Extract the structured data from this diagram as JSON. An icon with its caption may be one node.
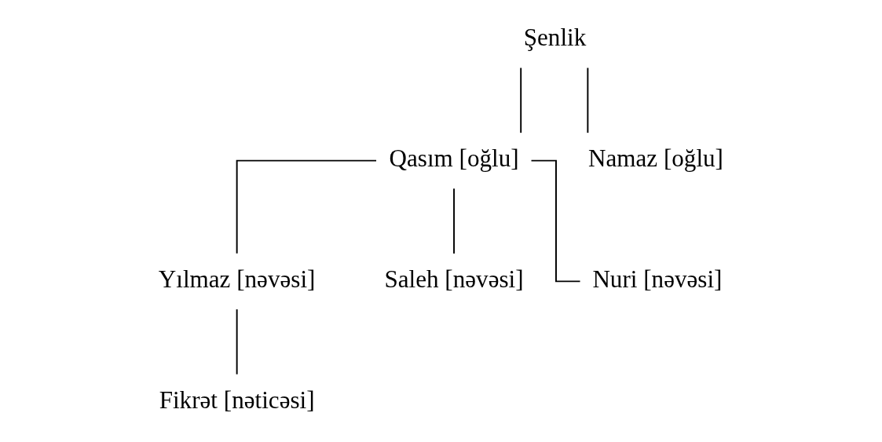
{
  "diagram": {
    "nodes": [
      {
        "text": [
          "Şenlik"
        ]
      },
      {
        "text": [
          "Qasım [oğlu]"
        ]
      },
      {
        "text": [
          "Namaz [oğlu]"
        ]
      },
      {
        "text": [
          "Yılmaz [nəvəsi]"
        ]
      },
      {
        "text": [
          "Saleh [nəvəsi]"
        ]
      },
      {
        "text": [
          "Nuri [nəvəsi]"
        ]
      },
      {
        "text": [
          "Fikrət [nəticəsi]"
        ]
      }
    ],
    "edges": [
      {
        "from": 0,
        "to": 1,
        "arrow": "none"
      },
      {
        "from": 0,
        "to": 2,
        "arrow": "none"
      },
      {
        "from": 1,
        "to": 3,
        "arrow": "none"
      },
      {
        "from": 1,
        "to": 4,
        "arrow": "none"
      },
      {
        "from": 1,
        "to": 5,
        "arrow": "none"
      },
      {
        "from": 3,
        "to": 6,
        "arrow": "none"
      }
    ]
  }
}
